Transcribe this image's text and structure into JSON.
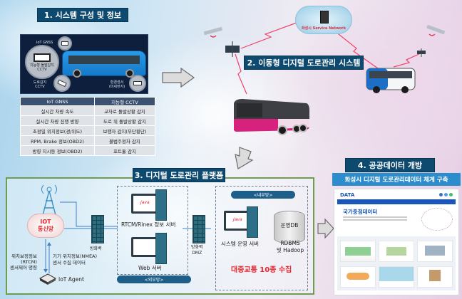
{
  "section1": {
    "title": "1. 시스템 구성 및 정보",
    "bus_labels": {
      "gnss": "IoT GNSS",
      "cctv_main": "지능형 돌발감지",
      "cctv_main_sub": "CCTV",
      "road_cctv": "도로감지",
      "road_cctv_sub": "CCTV",
      "env_sensor": "환경센서",
      "env_sensor_sub": "(미세먼지)"
    },
    "table": {
      "headers": [
        "IoT GNSS",
        "지능형 CCTV"
      ],
      "rows": [
        [
          "실시간 차량 속도",
          "교차로 돌발상황 감지"
        ],
        [
          "실시간 차량 진행 방향",
          "도로 위 돌발상황 감지"
        ],
        [
          "초정밀 위치정보(경/위도)",
          "보행자 감지(무단횡단)"
        ],
        [
          "RPM, Brake 정보(OBD2)",
          "불법주정차 감지"
        ],
        [
          "방향 지시등 정보(OBD2)",
          "포트홀 감지"
        ]
      ]
    }
  },
  "section2": {
    "title": "2. 이동형 디지털 도로관리 시스템",
    "cloud_label": "화성시 Service Network"
  },
  "section3": {
    "title": "3. 디지털 도로관리 플랫폼",
    "iot_network": "IOT",
    "iot_network_sub": "통신망",
    "firewall_label": "방화벽",
    "firewall_dmz_label": "방화벽",
    "dmz_label": "DMZ",
    "down_label_1": "위치보정정보",
    "down_label_2": "(RTCM)",
    "down_label_3": "센서제어 명령",
    "up_label_1": "기기 위치정보(NMEA)",
    "up_label_2": "센서 수집 데이터",
    "iot_agent": "IoT Agent",
    "rtcm_server": "RTCM/Rinex  정보 서버",
    "web_server": "Web 서버",
    "external_net": "<외부망>",
    "internal_net": "<내부망>",
    "ops_server": "시스템 운영 서버",
    "ops_db": "운영DB",
    "db_type_1": "RDBMS",
    "db_type_2": "및 Hadoop",
    "collection_note": "대중교통 10종 수집",
    "java_label": "Java"
  },
  "section4": {
    "title": "4. 공공데이터 개방",
    "subtitle": "화성시 디지털 도로관리데이터 체계 구축",
    "portal_logo": "DATA",
    "portal_heading": "국가중점데이터"
  },
  "colors": {
    "title_bg": "#0e4a6f",
    "signal": "#f0426a",
    "highlight_red": "#e8262d",
    "platform_border": "#6c9e4e"
  }
}
